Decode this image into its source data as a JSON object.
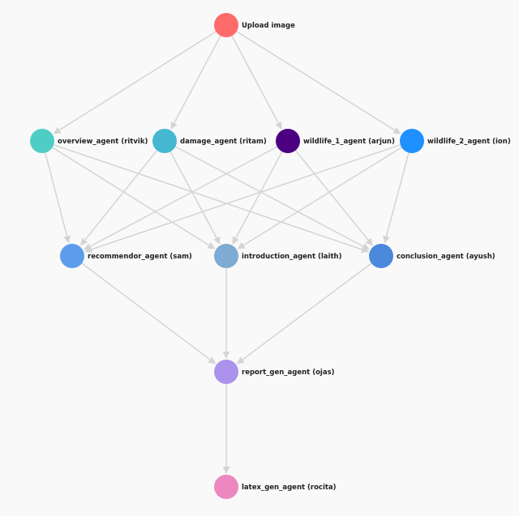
{
  "graph": {
    "edge_color": "#d4d4d4",
    "nodes": [
      {
        "id": "upload",
        "label": "Upload image",
        "color": "#ff6b6b"
      },
      {
        "id": "overview",
        "label": "overview_agent (ritvik)",
        "color": "#4ecdc4"
      },
      {
        "id": "damage",
        "label": "damage_agent (ritam)",
        "color": "#45b7d1"
      },
      {
        "id": "wildlife1",
        "label": "wildlife_1_agent (arjun)",
        "color": "#4b0082"
      },
      {
        "id": "wildlife2",
        "label": "wildlife_2_agent (ion)",
        "color": "#1e90ff"
      },
      {
        "id": "recommendor",
        "label": "recommendor_agent (sam)",
        "color": "#5d9cec"
      },
      {
        "id": "introduction",
        "label": "introduction_agent (laith)",
        "color": "#7eaad4"
      },
      {
        "id": "conclusion",
        "label": "conclusion_agent (ayush)",
        "color": "#4a89dc"
      },
      {
        "id": "report",
        "label": "report_gen_agent (ojas)",
        "color": "#ac92ec"
      },
      {
        "id": "latex",
        "label": "latex_gen_agent (rocita)",
        "color": "#ec87c0"
      }
    ],
    "edges": [
      [
        "upload",
        "overview"
      ],
      [
        "upload",
        "damage"
      ],
      [
        "upload",
        "wildlife1"
      ],
      [
        "upload",
        "wildlife2"
      ],
      [
        "overview",
        "recommendor"
      ],
      [
        "overview",
        "introduction"
      ],
      [
        "overview",
        "conclusion"
      ],
      [
        "damage",
        "recommendor"
      ],
      [
        "damage",
        "introduction"
      ],
      [
        "damage",
        "conclusion"
      ],
      [
        "wildlife1",
        "recommendor"
      ],
      [
        "wildlife1",
        "introduction"
      ],
      [
        "wildlife1",
        "conclusion"
      ],
      [
        "wildlife2",
        "recommendor"
      ],
      [
        "wildlife2",
        "introduction"
      ],
      [
        "wildlife2",
        "conclusion"
      ],
      [
        "recommendor",
        "report"
      ],
      [
        "introduction",
        "report"
      ],
      [
        "conclusion",
        "report"
      ],
      [
        "report",
        "latex"
      ]
    ]
  }
}
